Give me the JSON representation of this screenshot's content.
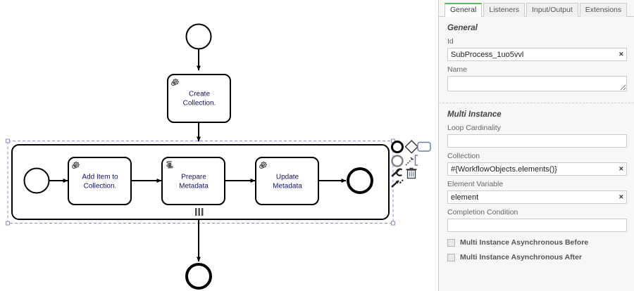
{
  "diagram": {
    "type": "bpmn-process-diagram",
    "nodes": [
      {
        "id": "start",
        "kind": "start-event",
        "label": ""
      },
      {
        "id": "create-collection",
        "kind": "service-task",
        "label_line1": "Create",
        "label_line2": "Collection.",
        "icon": "gear-icon"
      },
      {
        "id": "subprocess",
        "kind": "expanded-subprocess",
        "label": "",
        "marker": "parallel-multi-instance",
        "selected": true
      },
      {
        "id": "sub-start",
        "kind": "start-event",
        "label": ""
      },
      {
        "id": "add-item",
        "kind": "service-task",
        "label_line1": "Add Item to",
        "label_line2": "Collection.",
        "icon": "gear-icon"
      },
      {
        "id": "prepare-metadata",
        "kind": "script-task",
        "label_line1": "Prepare",
        "label_line2": "Metadata",
        "icon": "script-icon"
      },
      {
        "id": "update-metadata",
        "kind": "service-task",
        "label_line1": "Update",
        "label_line2": "Metadata",
        "icon": "gear-icon"
      },
      {
        "id": "sub-end",
        "kind": "end-event",
        "label": ""
      },
      {
        "id": "end",
        "kind": "end-event",
        "label": ""
      }
    ],
    "context_pad": [
      {
        "name": "append-end-event-icon",
        "glyph": "circle-bold"
      },
      {
        "name": "append-gateway-icon",
        "glyph": "diamond"
      },
      {
        "name": "append-task-icon",
        "glyph": "rounded-rect"
      },
      {
        "name": "append-intermediate-event-icon",
        "glyph": "circle-gray"
      },
      {
        "name": "append-text-annotation-icon",
        "glyph": "annotation-bracket"
      },
      {
        "name": "change-type-wrench-icon",
        "glyph": "wrench"
      },
      {
        "name": "delete-trash-icon",
        "glyph": "trash"
      },
      {
        "name": "connect-arrow-icon",
        "glyph": "connect-arrow"
      }
    ]
  },
  "properties": {
    "tabs": [
      {
        "label": "General",
        "active": true
      },
      {
        "label": "Listeners",
        "active": false
      },
      {
        "label": "Input/Output",
        "active": false
      },
      {
        "label": "Extensions",
        "active": false
      }
    ],
    "general": {
      "title": "General",
      "id_label": "Id",
      "id_value": "SubProcess_1uo5vvl",
      "id_clear": "×",
      "name_label": "Name",
      "name_value": ""
    },
    "multi_instance": {
      "title": "Multi Instance",
      "loop_cardinality_label": "Loop Cardinality",
      "loop_cardinality_value": "",
      "collection_label": "Collection",
      "collection_value": "#{WorkflowObjects.elements()}",
      "collection_clear": "×",
      "element_variable_label": "Element Variable",
      "element_variable_value": "element",
      "element_variable_clear": "×",
      "completion_condition_label": "Completion Condition",
      "completion_condition_value": "",
      "async_before_label": "Multi Instance Asynchronous Before",
      "async_before_checked": false,
      "async_after_label": "Multi Instance Asynchronous After",
      "async_after_checked": false
    }
  },
  "colors": {
    "stroke": "#000000",
    "label_text": "#12126b",
    "selection": "#8a8ad8",
    "tab_active_accent": "#5fb65f",
    "panel_bg": "#f7f7f7"
  }
}
